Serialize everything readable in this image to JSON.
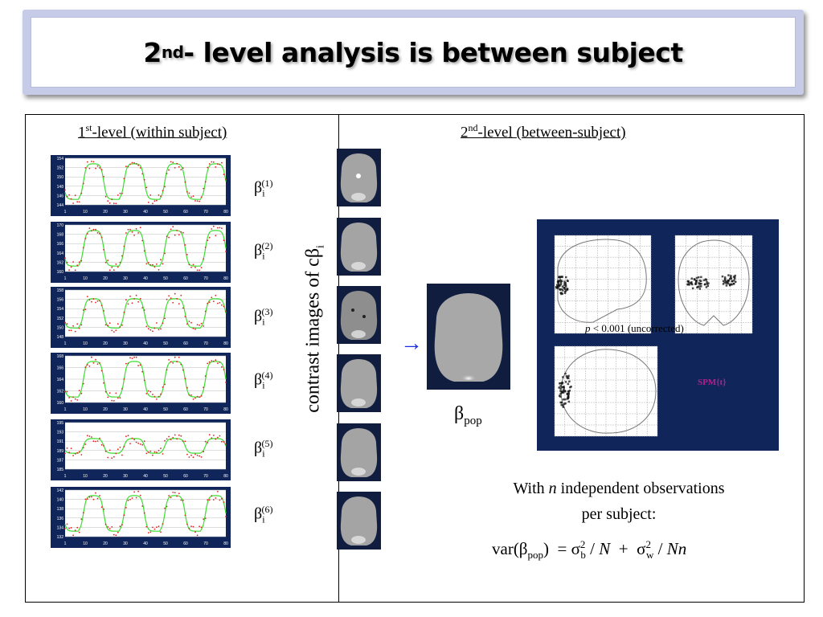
{
  "title": {
    "main": "2",
    "superscript": "nd",
    "rest": "- level analysis is between subject"
  },
  "left": {
    "heading_num": "1",
    "heading_sup": "st",
    "heading_rest": "-level (within subject)",
    "betas": [
      {
        "sym": "β",
        "sub": "i",
        "sup": "(1)"
      },
      {
        "sym": "β",
        "sub": "i",
        "sup": "(2)"
      },
      {
        "sym": "β",
        "sub": "i",
        "sup": "(3)"
      },
      {
        "sym": "β",
        "sub": "i",
        "sup": "(4)"
      },
      {
        "sym": "β",
        "sub": "i",
        "sup": "(5)"
      },
      {
        "sym": "β",
        "sub": "i",
        "sup": "(6)"
      }
    ],
    "x_ticks": [
      "1",
      "10",
      "20",
      "30",
      "40",
      "50",
      "60",
      "70",
      "80"
    ],
    "y_ticks": [
      [
        "154",
        "152",
        "150",
        "148",
        "146",
        "144"
      ],
      [
        "170",
        "168",
        "166",
        "164",
        "162",
        "160"
      ],
      [
        "158",
        "156",
        "154",
        "152",
        "150",
        "148"
      ],
      [
        "168",
        "166",
        "164",
        "162",
        "160"
      ],
      [
        "195",
        "193",
        "191",
        "189",
        "187",
        "185"
      ],
      [
        "142",
        "140",
        "138",
        "136",
        "134",
        "132"
      ]
    ],
    "contrast_label": "contrast images of cβ",
    "contrast_sub": "i"
  },
  "right": {
    "heading_num": "2",
    "heading_sup": "nd",
    "heading_rest": "-level (between-subject)",
    "arrow": "→",
    "beta_pop": {
      "sym": "β",
      "sub": "pop"
    },
    "glass_brain": {
      "p_label_italic": "p",
      "p_label_rest": " < 0.001 (uncorrected)",
      "spm_label": "SPM{t}"
    },
    "obs_line1_a": "With ",
    "obs_line1_n": "n",
    "obs_line1_b": " independent observations",
    "obs_line2": "per subject:",
    "formula": {
      "var": "var(β",
      "var_sub": "pop",
      "close": ")",
      "eq": "= σ",
      "sup1": "2",
      "sub1": "b",
      "div1": " / ",
      "N1": "N",
      "plus": "  +  σ",
      "sup2": "2",
      "sub2": "w",
      "div2": " / ",
      "Nn": "Nn"
    }
  },
  "colors": {
    "chart_bg": "#10265b",
    "data_red": "#e32020",
    "fit_green": "#3dde30",
    "arrow_blue": "#1a2ee0",
    "spm_purple": "#b0208c"
  }
}
